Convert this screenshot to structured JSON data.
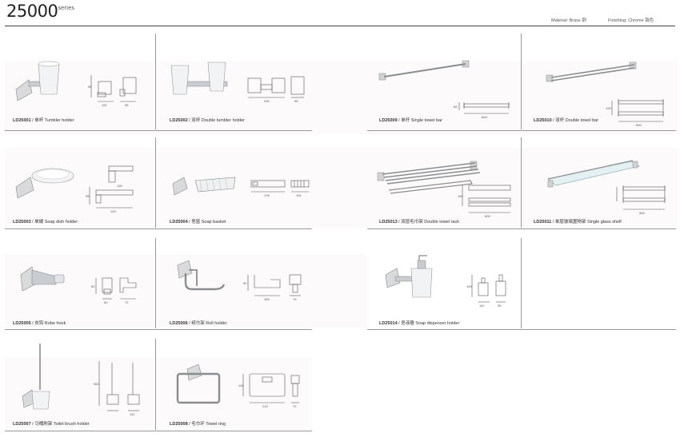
{
  "header": {
    "series_number": "25000",
    "series_suffix": "series",
    "material": "Material: Brass 铜",
    "finishing": "Finishing: Chrome 铬色"
  },
  "products": [
    {
      "code": "LD25001",
      "name": "单杯 Tumbler holder",
      "dims": [
        "98",
        "119",
        "95"
      ]
    },
    {
      "code": "LD25002",
      "name": "双杯 Double tumbler holder",
      "dims": [
        "230",
        "95"
      ]
    },
    {
      "code": "LD25009",
      "name": "单杆 Single towel bar",
      "dims": [
        "65",
        "663"
      ]
    },
    {
      "code": "LD25010",
      "name": "双杆 Double towel bar",
      "dims": [
        "125",
        "690"
      ]
    },
    {
      "code": "LD25003",
      "name": "单碟 Soap dish holder",
      "dims": [
        "126",
        "95",
        "143"
      ]
    },
    {
      "code": "LD25004",
      "name": "皂篮 Soap basket",
      "dims": [
        "176",
        "115"
      ]
    },
    {
      "code": "LD25013",
      "name": "双层毛巾架 Double towel rack",
      "dims": [
        "150",
        "600"
      ]
    },
    {
      "code": "LD25011",
      "name": "单层玻璃置物架 Single glass shelf",
      "dims": [
        "565"
      ]
    },
    {
      "code": "LD25005",
      "name": "衣钩 Robe hook",
      "dims": [
        "60",
        "50",
        "72"
      ]
    },
    {
      "code": "LD25006",
      "name": "纸巾架 Roll holder",
      "dims": [
        "90",
        "160",
        "75"
      ]
    },
    {
      "code": "LD25014",
      "name": "皂液器 Soap dispenser holder",
      "dims": [
        "190",
        "110",
        "95"
      ]
    },
    {
      "code": "LD25007",
      "name": "马桶刷架 Toilet brush holder",
      "dims": [
        "360",
        "110"
      ]
    },
    {
      "code": "LD25008",
      "name": "毛巾环 Towel ring",
      "dims": [
        "146",
        "210",
        "72"
      ]
    }
  ]
}
